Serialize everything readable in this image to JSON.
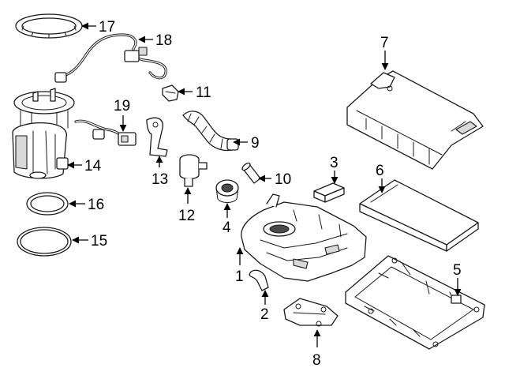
{
  "callouts": [
    {
      "id": "1",
      "text": "1"
    },
    {
      "id": "2",
      "text": "2"
    },
    {
      "id": "3",
      "text": "3"
    },
    {
      "id": "4",
      "text": "4"
    },
    {
      "id": "5",
      "text": "5"
    },
    {
      "id": "6",
      "text": "6"
    },
    {
      "id": "7",
      "text": "7"
    },
    {
      "id": "8",
      "text": "8"
    },
    {
      "id": "9",
      "text": "9"
    },
    {
      "id": "10",
      "text": "10"
    },
    {
      "id": "11",
      "text": "11"
    },
    {
      "id": "12",
      "text": "12"
    },
    {
      "id": "13",
      "text": "13"
    },
    {
      "id": "14",
      "text": "14"
    },
    {
      "id": "15",
      "text": "15"
    },
    {
      "id": "16",
      "text": "16"
    },
    {
      "id": "17",
      "text": "17"
    },
    {
      "id": "18",
      "text": "18"
    },
    {
      "id": "19",
      "text": "19"
    }
  ],
  "colors": {
    "line": "#1a1a1a",
    "background": "#ffffff",
    "shade": "#d9d9d9"
  }
}
